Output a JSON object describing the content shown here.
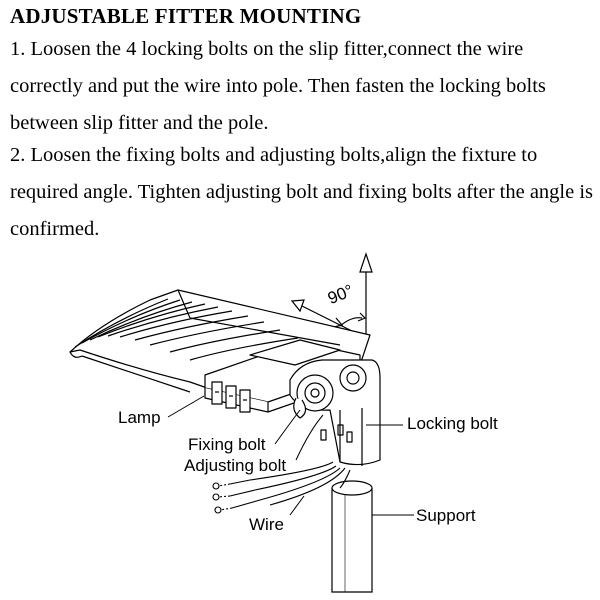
{
  "title": "ADJUSTABLE FITTER MOUNTING",
  "steps": [
    "1. Loosen the 4 locking bolts on the slip fitter,connect the wire correctly and put the wire into pole. Then fasten the locking bolts between slip fitter and the pole.",
    "2. Loosen the fixing bolts and adjusting bolts,align the fixture to required angle. Tighten adjusting bolt and fixing bolts after the angle is confirmed."
  ],
  "figure": {
    "angle": "90°",
    "labels": {
      "lamp": "Lamp",
      "fixing_bolt": "Fixing bolt",
      "adjusting_bolt": "Adjusting bolt",
      "wire": "Wire",
      "locking_bolt": "Locking bolt",
      "support": "Support"
    }
  }
}
